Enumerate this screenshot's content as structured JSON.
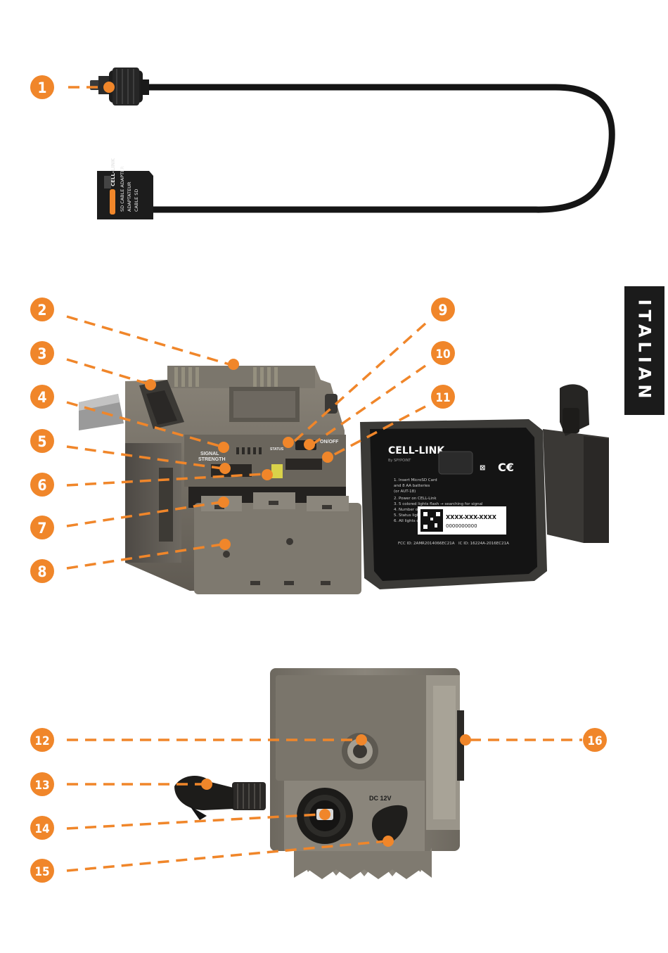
{
  "accent_color": "#f0862a",
  "language_tab": "ITALIAN",
  "adapter_labels": {
    "line1": "CELL-LINK",
    "line2": "SD CABLE ADAPTER",
    "line3": "ADAPTATEUR",
    "line4": "CABLE SD"
  },
  "device_labels": {
    "signal": "SIGNAL",
    "strength": "STRENGTH",
    "status": "STATUS",
    "on_off": "ON/OFF",
    "dc": "DC 12V"
  },
  "lid": {
    "brand": "CELL-LINK",
    "by": "By SPYPOINT",
    "steps": [
      "1. Insert MicroSD Card",
      "   and 8 AA batteries",
      "   (or AUT-18)",
      "2. Power on CELL-Link",
      "3. 5 colored lights flash → searching for signal",
      "4. Number of solid colored lights indicates signal strength",
      "5. Status light blinks (30s)",
      "6. All lights off → CELL-LINK ready"
    ],
    "serial": "XXXX-XXX-XXXX",
    "serial2": "0000000000",
    "fcc": "FCC ID: 2AMR2014066EC21A",
    "ic": "IC ID: 16224A-2016EC21A"
  },
  "callouts": [
    "1",
    "2",
    "3",
    "4",
    "5",
    "6",
    "7",
    "8",
    "9",
    "10",
    "11",
    "12",
    "13",
    "14",
    "15",
    "16"
  ]
}
